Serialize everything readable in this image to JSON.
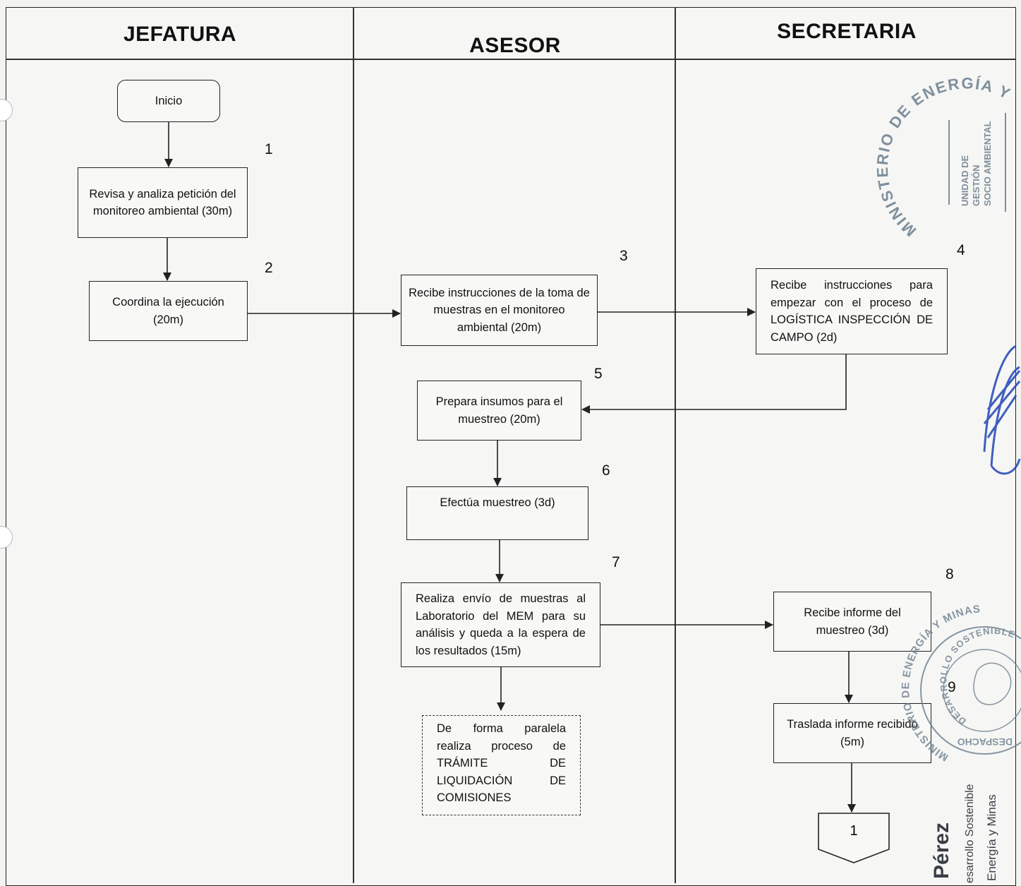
{
  "lanes": {
    "jefatura": "JEFATURA",
    "asesor": "ASESOR",
    "secretaria": "SECRETARIA"
  },
  "steps": {
    "inicio": "Inicio",
    "s1": {
      "num": "1",
      "text": "Revisa y analiza petición del monitoreo ambiental (30m)"
    },
    "s2": {
      "num": "2",
      "text": "Coordina la ejecución (20m)"
    },
    "s3": {
      "num": "3",
      "text": "Recibe instrucciones de la toma de muestras en el monitoreo ambiental (20m)"
    },
    "s4": {
      "num": "4",
      "text": "Recibe instrucciones para empezar con el proceso de LOGÍSTICA INSPECCIÓN DE CAMPO (2d)"
    },
    "s5": {
      "num": "5",
      "text": "Prepara insumos para el muestreo (20m)"
    },
    "s6": {
      "num": "6",
      "text": "Efectúa muestreo (3d)"
    },
    "s7": {
      "num": "7",
      "text": "Realiza envío de muestras al Laboratorio del MEM para su análisis y queda a la espera de los resultados (15m)"
    },
    "s8": {
      "num": "8",
      "text": "Recibe informe del muestreo (3d)"
    },
    "s9": {
      "num": "9",
      "text": "Traslada informe recibido (5m)"
    },
    "parallel": "De forma paralela realiza proceso de TRÁMITE DE LIQUIDACIÓN DE COMISIONES",
    "connector": "1"
  },
  "stamps": {
    "top": {
      "ring": "MINISTERIO DE ENERGÍA Y MINAS",
      "inner": [
        "UNIDAD DE",
        "GESTIÓN",
        "SOCIO AMBIENTAL"
      ]
    },
    "bottom": {
      "ring_outer": "MINISTERIO DE ENERGÍA Y MINAS",
      "ring_inner": "DESARROLLO SOSTENIBLE",
      "bottom_word": "DESPACHO"
    },
    "signature_block": {
      "name": "Pérez",
      "line1": "esarrollo Sostenible",
      "line2": "Energía y Minas"
    }
  },
  "colors": {
    "line": "#222222",
    "stamp": "#6a7e8e",
    "signature_ink": "#2e4fb8"
  }
}
